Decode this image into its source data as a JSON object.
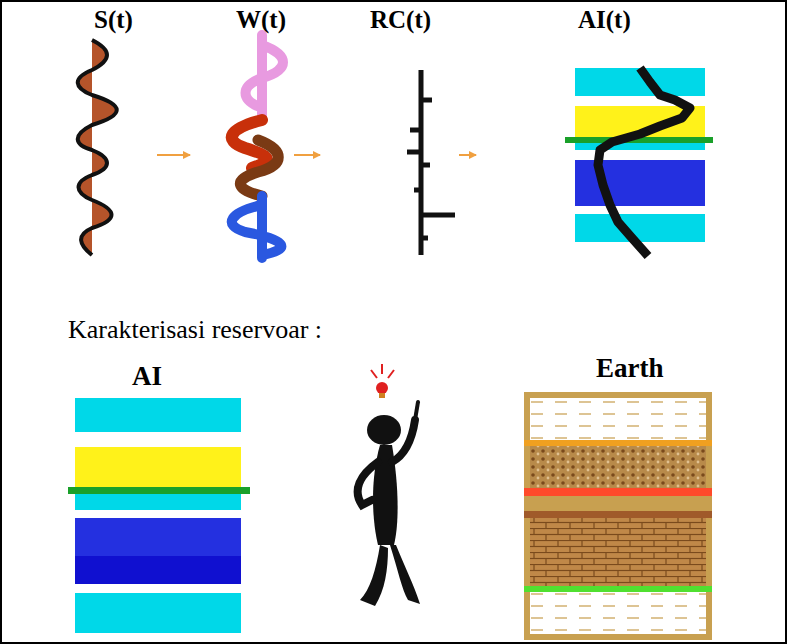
{
  "diagram": {
    "nodes": [
      {
        "text": [
          "S(t)"
        ]
      },
      {
        "text": [
          "W(t)"
        ]
      },
      {
        "text": [
          "RC(t)"
        ]
      },
      {
        "text": [
          "AI(t)"
        ]
      },
      {
        "text": [
          "AI"
        ]
      },
      {
        "text": [
          "Earth"
        ]
      }
    ],
    "edges": [
      {
        "from": 0,
        "to": 1,
        "arrow": "to"
      },
      {
        "from": 1,
        "to": 2,
        "arrow": "to"
      },
      {
        "from": 2,
        "to": 3,
        "arrow": "to"
      }
    ],
    "labels": [
      "Karakterisasi reservoar :"
    ]
  }
}
